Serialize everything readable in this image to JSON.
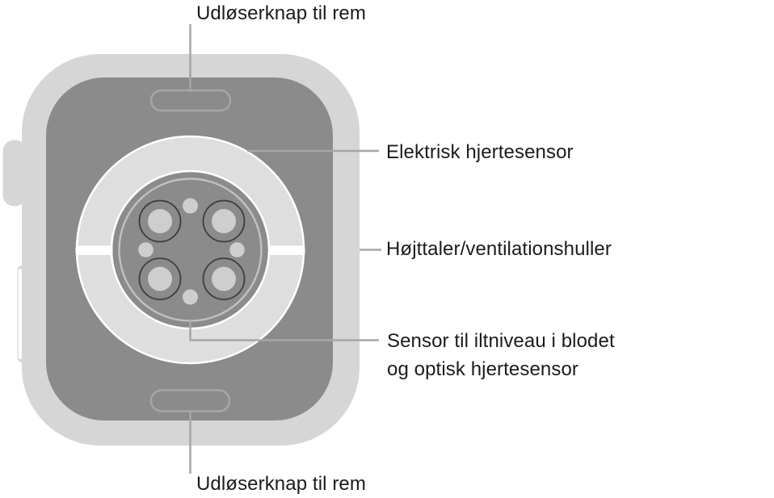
{
  "callouts": {
    "top_band_release": {
      "label": "Udløserknap til rem"
    },
    "electric_heart": {
      "label": "Elektrisk hjertesensor"
    },
    "speaker_vents": {
      "label": "Højttaler/ventilationshuller"
    },
    "blood_oxygen": {
      "line1": "Sensor til iltniveau i blodet",
      "line2": "og optisk hjertesensor"
    },
    "bottom_band_release": {
      "label": "Udløserknap til rem"
    }
  },
  "colors": {
    "background": "#ffffff",
    "case": "#d6d6d6",
    "back": "#8b8b8b",
    "ring": "#dedede",
    "ring_inner_outline": "#c1c1c1",
    "lens": "#cecece",
    "sensor_outline": "#3d3d3d",
    "callout_line": "#a6a6a6",
    "text": "#1b1b1b"
  }
}
